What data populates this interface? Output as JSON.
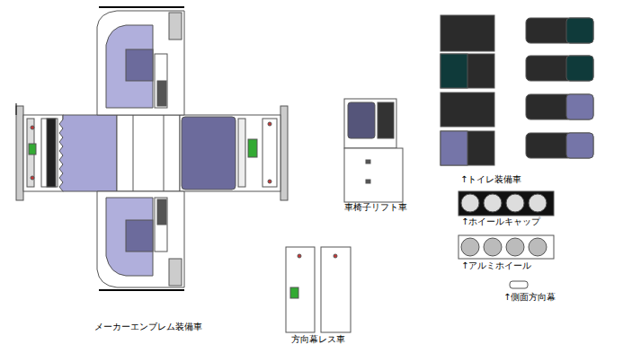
{
  "diagram": {
    "labels": [
      "メーカーエンブレム装備車",
      "車椅子リフト車",
      "↑トイレ装備車",
      "↑ホイールキャップ",
      "↑アルミホイール",
      "↑側面方向幕",
      "方向幕レス車"
    ]
  }
}
